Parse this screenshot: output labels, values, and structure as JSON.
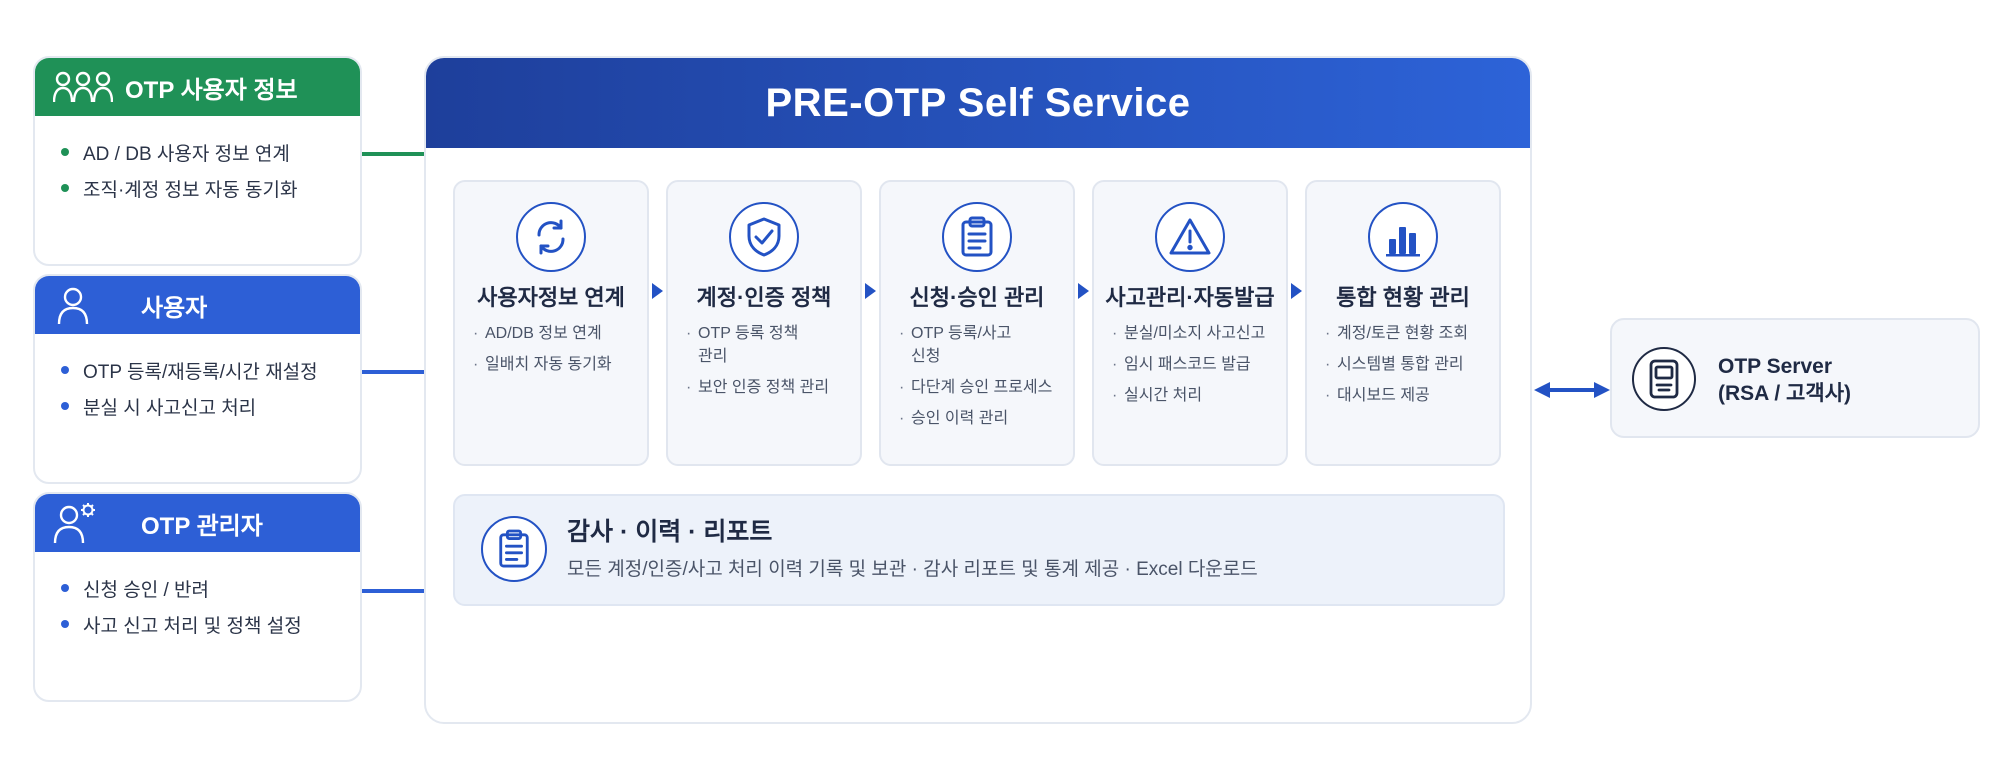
{
  "actors": [
    {
      "title": "OTP 사용자 정보",
      "icon": "users-group-icon",
      "color": "#1f9157",
      "items": [
        "AD / DB 사용자 정보 연계",
        "조직·계정 정보 자동 동기화"
      ]
    },
    {
      "title": "사용자",
      "icon": "user-icon",
      "color": "#2d5fd6",
      "items": [
        "OTP 등록/재등록/시간 재설정",
        "분실 시 사고신고 처리"
      ]
    },
    {
      "title": "OTP 관리자",
      "icon": "admin-gear-icon",
      "color": "#2d5fd6",
      "items": [
        "신청 승인 / 반려",
        "사고 신고 처리 및 정책 설정"
      ]
    }
  ],
  "main": {
    "title": "PRE-OTP Self Service",
    "header_gradient": [
      "#1e3f9b",
      "#2d63d8"
    ],
    "steps": [
      {
        "title": "사용자정보 연계",
        "icon": "sync-icon",
        "items": [
          [
            "AD/DB 정보 연계"
          ],
          [
            "일배치 자동 동기화"
          ]
        ]
      },
      {
        "title": "계정·인증 정책",
        "icon": "shield-check-icon",
        "items": [
          [
            "OTP 등록 정책",
            "관리"
          ],
          [
            "보안 인증 정책 관리"
          ]
        ]
      },
      {
        "title": "신청·승인 관리",
        "icon": "clipboard-icon",
        "items": [
          [
            "OTP 등록/사고",
            "신청"
          ],
          [
            "다단계 승인 프로세스"
          ],
          [
            "승인 이력 관리"
          ]
        ]
      },
      {
        "title": "사고관리·자동발급",
        "icon": "warning-icon",
        "items": [
          [
            "분실/미소지 사고신고"
          ],
          [
            "임시 패스코드 발급"
          ],
          [
            "실시간 처리"
          ]
        ]
      },
      {
        "title": "통합 현황 관리",
        "icon": "bar-chart-icon",
        "items": [
          [
            "계정/토큰 현황 조회"
          ],
          [
            "시스템별 통합 관리"
          ],
          [
            "대시보드 제공"
          ]
        ]
      }
    ],
    "audit": {
      "title": "감사 · 이력 · 리포트",
      "description": "모든 계정/인증/사고 처리 이력 기록 및 보관 · 감사 리포트 및 통계 제공 · Excel 다운로드",
      "icon": "clipboard-icon"
    }
  },
  "server": {
    "line1": "OTP Server",
    "line2": "(RSA / 고객사)",
    "icon": "server-token-icon"
  },
  "colors": {
    "accent": "#2352c4",
    "green": "#1f9157",
    "blue": "#2d5fd6"
  }
}
